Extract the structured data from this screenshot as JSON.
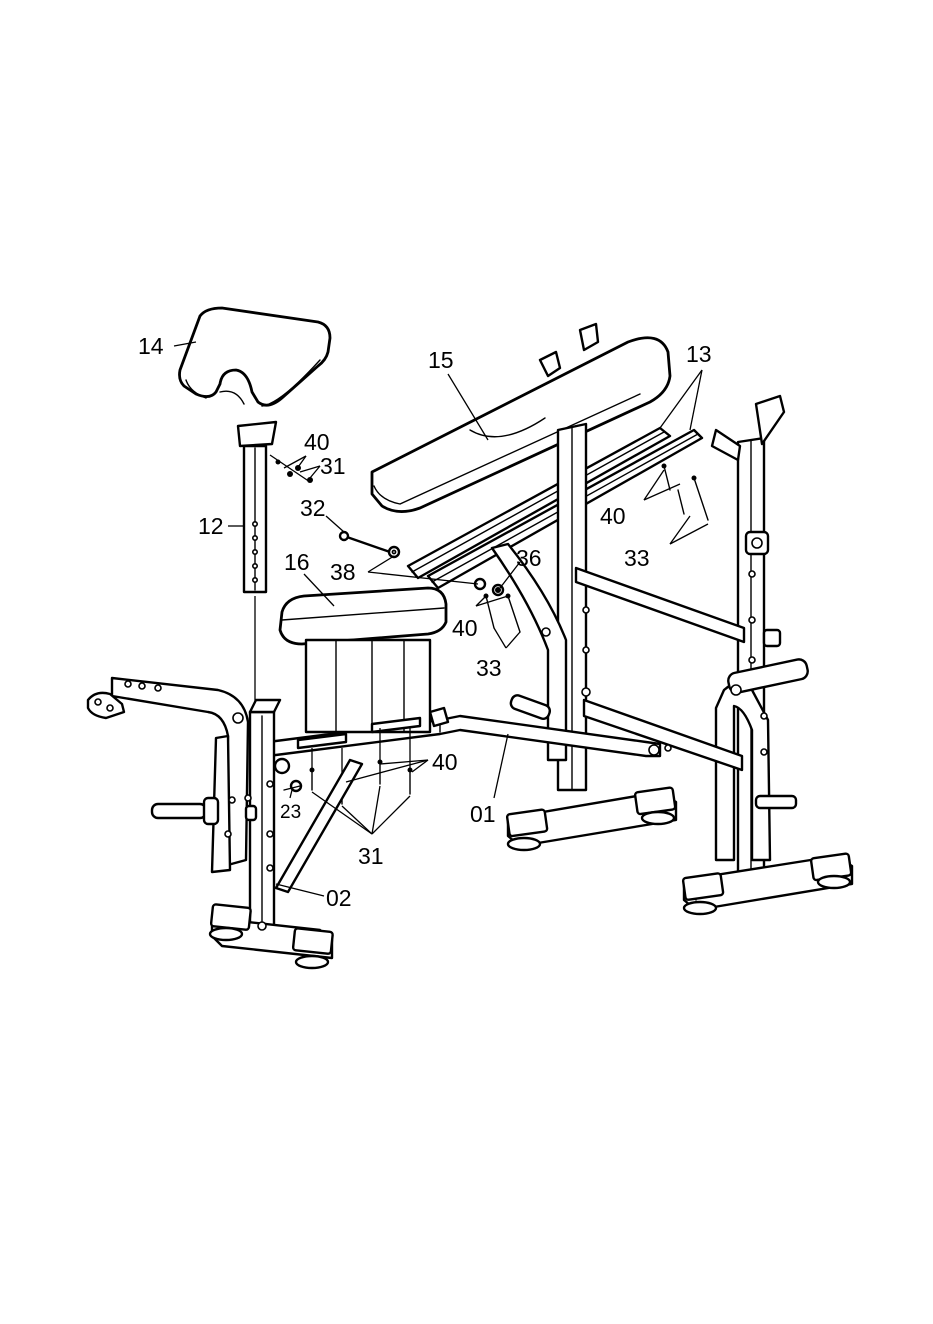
{
  "diagram": {
    "labels": {
      "p14": "14",
      "p15": "15",
      "p13": "13",
      "p40a": "40",
      "p31a": "31",
      "p32": "32",
      "p12": "12",
      "p16": "16",
      "p38": "38",
      "p36": "36",
      "p40b": "40",
      "p33a": "33",
      "p40c": "40",
      "p33b": "33",
      "p40d": "40",
      "p23": "23",
      "p01": "01",
      "p31b": "31",
      "p02": "02"
    }
  }
}
